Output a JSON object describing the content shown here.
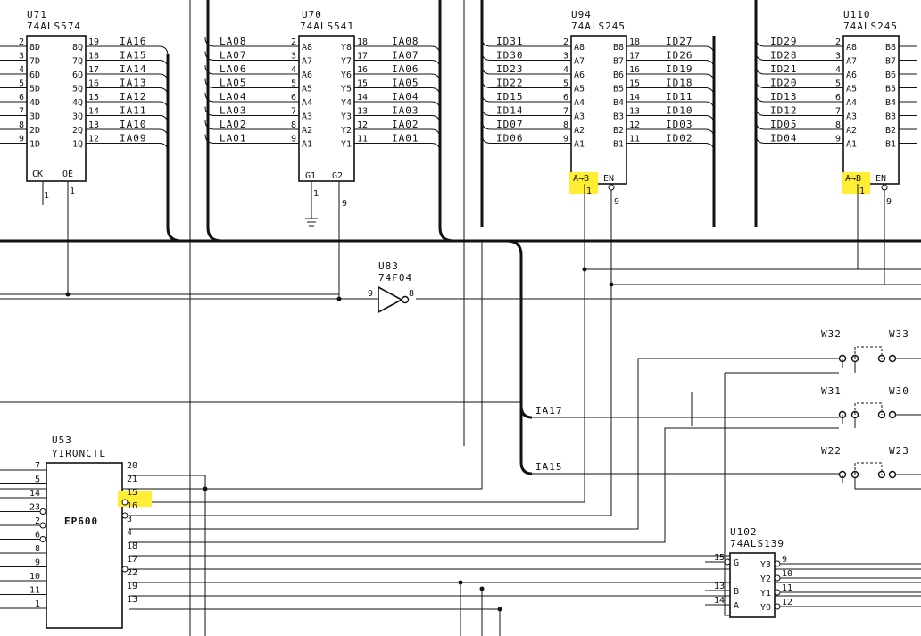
{
  "highlight_color": "#ffee33",
  "u71": {
    "refdes": "U71",
    "part": "74ALS574",
    "in_pins": [
      "2",
      "3",
      "4",
      "5",
      "6",
      "7",
      "8",
      "9"
    ],
    "in_labels": [
      "8D",
      "7D",
      "6D",
      "5D",
      "4D",
      "3D",
      "2D",
      "1D"
    ],
    "out_labels": [
      "8Q",
      "7Q",
      "6Q",
      "5Q",
      "4Q",
      "3Q",
      "2Q",
      "1Q"
    ],
    "out_pins": [
      "19",
      "18",
      "17",
      "16",
      "15",
      "14",
      "13",
      "12"
    ],
    "signals": [
      "IA16",
      "IA15",
      "IA14",
      "IA13",
      "IA12",
      "IA11",
      "IA10",
      "IA09"
    ],
    "ck": "CK",
    "oe": "OE",
    "ck_pin": "1",
    "oe_pin": "1"
  },
  "u70": {
    "refdes": "U70",
    "part": "74ALS541",
    "left_signals": [
      "LA08",
      "LA07",
      "LA06",
      "LA05",
      "LA04",
      "LA03",
      "LA02",
      "LA01"
    ],
    "in_pins": [
      "2",
      "3",
      "4",
      "5",
      "6",
      "7",
      "8",
      "9"
    ],
    "in_labels": [
      "A8",
      "A7",
      "A6",
      "A5",
      "A4",
      "A3",
      "A2",
      "A1"
    ],
    "out_labels": [
      "Y8",
      "Y7",
      "Y6",
      "Y5",
      "Y4",
      "Y3",
      "Y2",
      "Y1"
    ],
    "out_pins": [
      "18",
      "17",
      "16",
      "15",
      "14",
      "13",
      "12",
      "11"
    ],
    "right_signals": [
      "IA08",
      "IA07",
      "IA06",
      "IA05",
      "IA04",
      "IA03",
      "IA02",
      "IA01"
    ],
    "g1": "G1",
    "g2": "G2",
    "g1_pin": "1",
    "g2_pin": "9"
  },
  "u94": {
    "refdes": "U94",
    "part": "74ALS245",
    "left_signals": [
      "ID31",
      "ID30",
      "ID23",
      "ID22",
      "ID15",
      "ID14",
      "ID07",
      "ID06"
    ],
    "in_pins": [
      "2",
      "3",
      "4",
      "5",
      "6",
      "7",
      "8",
      "9"
    ],
    "in_labels": [
      "A8",
      "A7",
      "A6",
      "A5",
      "A4",
      "A3",
      "A2",
      "A1"
    ],
    "out_labels": [
      "B8",
      "B7",
      "B6",
      "B5",
      "B4",
      "B3",
      "B2",
      "B1"
    ],
    "out_pins": [
      "18",
      "17",
      "16",
      "15",
      "14",
      "13",
      "12",
      "11"
    ],
    "right_signals": [
      "ID27",
      "ID26",
      "ID19",
      "ID18",
      "ID11",
      "ID10",
      "ID03",
      "ID02"
    ],
    "dir": "A→B",
    "en": "EN",
    "dir_pin": "1",
    "en_pin": "9"
  },
  "u110": {
    "refdes": "U110",
    "part": "74ALS245",
    "left_signals": [
      "ID29",
      "ID28",
      "ID21",
      "ID20",
      "ID13",
      "ID12",
      "ID05",
      "ID04"
    ],
    "in_pins": [
      "2",
      "3",
      "4",
      "5",
      "6",
      "7",
      "8",
      "9"
    ],
    "in_labels": [
      "A8",
      "A7",
      "A6",
      "A5",
      "A4",
      "A3",
      "A2",
      "A1"
    ],
    "out_labels": [
      "B8",
      "B7",
      "B6",
      "B5",
      "B4",
      "B3",
      "B2",
      "B1"
    ],
    "dir": "A→B",
    "en": "EN",
    "dir_pin": "1",
    "en_pin": "9"
  },
  "u83": {
    "refdes": "U83",
    "part": "74F04",
    "in_pin": "9",
    "out_pin": "8"
  },
  "bus_signals": [
    "IA17",
    "IA15"
  ],
  "jumpers": [
    "W32",
    "W33",
    "W31",
    "W30",
    "W22",
    "W23"
  ],
  "u53": {
    "refdes": "U53",
    "part": "YIRONCTL",
    "body": "EP600",
    "left_pins": [
      "7",
      "5",
      "14",
      "23",
      "2",
      "6",
      "8",
      "9",
      "10",
      "11",
      "1"
    ],
    "right_pins": [
      "20",
      "21",
      "15",
      "16",
      "3",
      "4",
      "18",
      "17",
      "22",
      "19",
      "13"
    ],
    "highlighted_pin": "15"
  },
  "u102": {
    "refdes": "U102",
    "part": "74ALS139",
    "left_labels": [
      "G",
      "B",
      "A"
    ],
    "left_pins": [
      "15",
      "13",
      "14"
    ],
    "right_labels": [
      "Y3",
      "Y2",
      "Y1",
      "Y0"
    ],
    "right_pins": [
      "9",
      "10",
      "11",
      "12"
    ]
  }
}
